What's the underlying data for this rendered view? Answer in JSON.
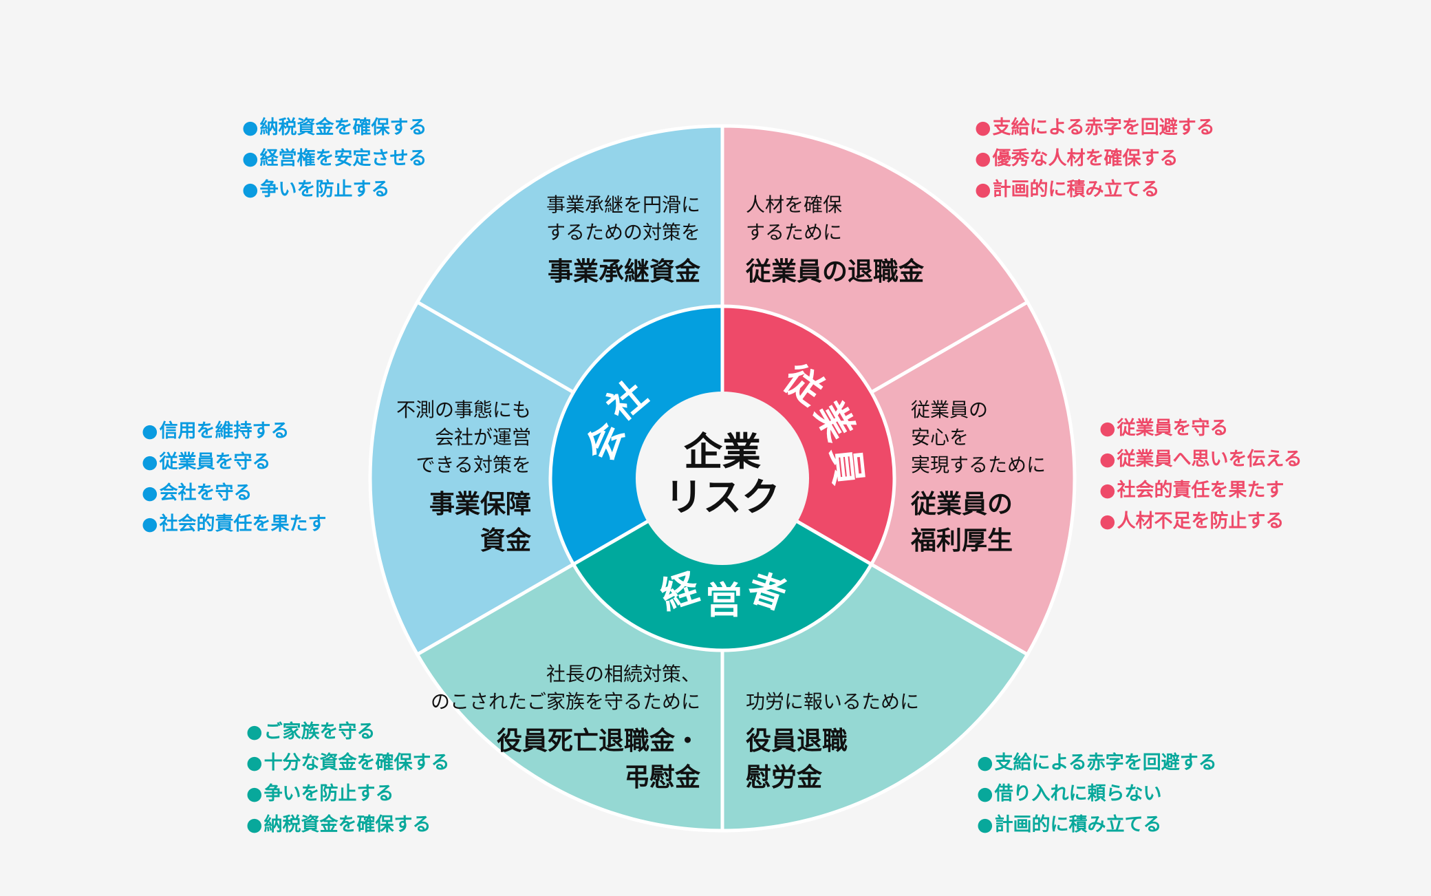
{
  "colors": {
    "company_light": "#94d4ea",
    "company": "#049fdf",
    "employee_light": "#f2afbc",
    "employee": "#ee4a69",
    "manager_light": "#95d8d3",
    "manager": "#00a99d",
    "divider": "#ffffff",
    "center": "#f5f5f5"
  },
  "center": {
    "line1": "企業",
    "line2": "リスク"
  },
  "ring": {
    "company": [
      "会",
      "社"
    ],
    "employee": [
      "従",
      "業",
      "員"
    ],
    "manager": [
      "経",
      "営",
      "者"
    ]
  },
  "segments": {
    "business_succession": {
      "desc": [
        "事業承継を円滑に",
        "するための対策を"
      ],
      "title": [
        "事業承継資金"
      ]
    },
    "employee_retirement": {
      "desc": [
        "人材を確保",
        "するために"
      ],
      "title": [
        "従業員の退職金"
      ]
    },
    "business_security": {
      "desc": [
        "不測の事態にも",
        "会社が運営",
        "できる対策を"
      ],
      "title": [
        "事業保障",
        "資金"
      ]
    },
    "employee_welfare": {
      "desc": [
        "従業員の",
        "安心を",
        "実現するために"
      ],
      "title": [
        "従業員の",
        "福利厚生"
      ]
    },
    "officer_death": {
      "desc": [
        "社長の相続対策、",
        "のこされたご家族を守るために"
      ],
      "title": [
        "役員死亡退職金・",
        "弔慰金"
      ]
    },
    "officer_retirement": {
      "desc": [
        "功労に報いるために"
      ],
      "title": [
        "役員退職",
        "慰労金"
      ]
    }
  },
  "bullets": {
    "top_left": [
      "納税資金を確保する",
      "経営権を安定させる",
      "争いを防止する"
    ],
    "top_right": [
      "支給による赤字を回避する",
      "優秀な人材を確保する",
      "計画的に積み立てる"
    ],
    "left": [
      "信用を維持する",
      "従業員を守る",
      "会社を守る",
      "社会的責任を果たす"
    ],
    "right": [
      "従業員を守る",
      "従業員へ思いを伝える",
      "社会的責任を果たす",
      "人材不足を防止する"
    ],
    "bottom_left": [
      "ご家族を守る",
      "十分な資金を確保する",
      "争いを防止する",
      "納税資金を確保する"
    ],
    "bottom_right": [
      "支給による赤字を回避する",
      "借り入れに頼らない",
      "計画的に積み立てる"
    ]
  }
}
